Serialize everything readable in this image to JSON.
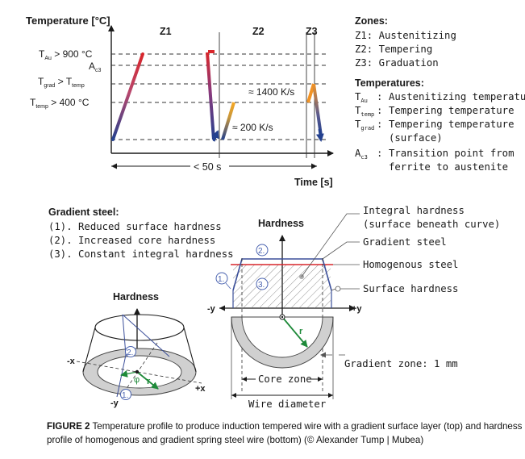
{
  "temperature_chart": {
    "y_axis_label": "Temperature [°C]",
    "x_axis_label": "Time [s]",
    "zone_labels": [
      "Z1",
      "Z2",
      "Z3"
    ],
    "level_labels": {
      "t_au": {
        "main": "T",
        "sub": "Au",
        "rest": " > 900 °C"
      },
      "ac3": {
        "main": "A",
        "sub": "c3"
      },
      "t_grad": {
        "main": "T",
        "sub": "grad",
        "mid": " > T",
        "sub2": "temp"
      },
      "t_temp": {
        "main": "T",
        "sub": "temp",
        "rest": " > 400 °C"
      }
    },
    "rate_labels": {
      "heat": "≈ 1400 K/s",
      "cool": "≈ 200 K/s"
    },
    "duration_label": "< 50 s"
  },
  "zones_legend": {
    "title": "Zones:",
    "items": [
      "Z1: Austenitizing",
      "Z2: Tempering",
      "Z3: Graduation"
    ]
  },
  "temperatures_legend": {
    "title": "Temperatures:",
    "items": [
      {
        "sym": "T",
        "sub": "Au",
        "desc": "Austenitizing temperature"
      },
      {
        "sym": "T",
        "sub": "temp",
        "desc": "Tempering temperature"
      },
      {
        "sym": "T",
        "sub": "grad",
        "desc": "Tempering temperature",
        "desc2": "(surface)"
      },
      {
        "sym": "A",
        "sub": "c3",
        "desc": "Transition point from",
        "desc2": "ferrite to austenite"
      }
    ]
  },
  "gradient_steel": {
    "title": "Gradient steel:",
    "items": [
      "(1). Reduced surface hardness",
      "(2). Increased core hardness",
      "(3). Constant integral hardness"
    ]
  },
  "hardness_3d": {
    "title": "Hardness",
    "axis_x_neg": "-x",
    "axis_x_pos": "+x",
    "axis_y_neg": "-y",
    "r_label": "r",
    "phi_label": "φ",
    "markers": [
      "1.",
      "2."
    ]
  },
  "hardness_profile": {
    "title": "Hardness",
    "axis_y_neg": "-y",
    "axis_y_pos": "+y",
    "r_label": "r",
    "markers": [
      "1.",
      "2.",
      "3."
    ],
    "callouts": {
      "integral_1": "Integral hardness",
      "integral_2": "(surface beneath curve)",
      "gradient": "Gradient steel",
      "homogenous": "Homogenous steel",
      "surface": "Surface hardness",
      "gradient_zone": "Gradient zone: 1 mm"
    },
    "core_zone": "Core zone",
    "wire_diameter": "Wire diameter"
  },
  "caption": {
    "label": "FIGURE 2",
    "text": " Temperature profile to produce induction tempered wire with a gradient surface layer (top) and hardness profile of homogenous and gradient spring steel wire (bottom) (© Alexander Tump | Mubea)"
  },
  "colors": {
    "heat_red": "#d8262b",
    "heat_orange": "#f7a823",
    "cool_blue": "#24418f",
    "profile_blue": "#3b4f9a",
    "homog_red": "#d8262b",
    "radius_green": "#1f8a3a",
    "marker_blue": "#4a63b0",
    "zone_gray": "#d0d0d0"
  }
}
